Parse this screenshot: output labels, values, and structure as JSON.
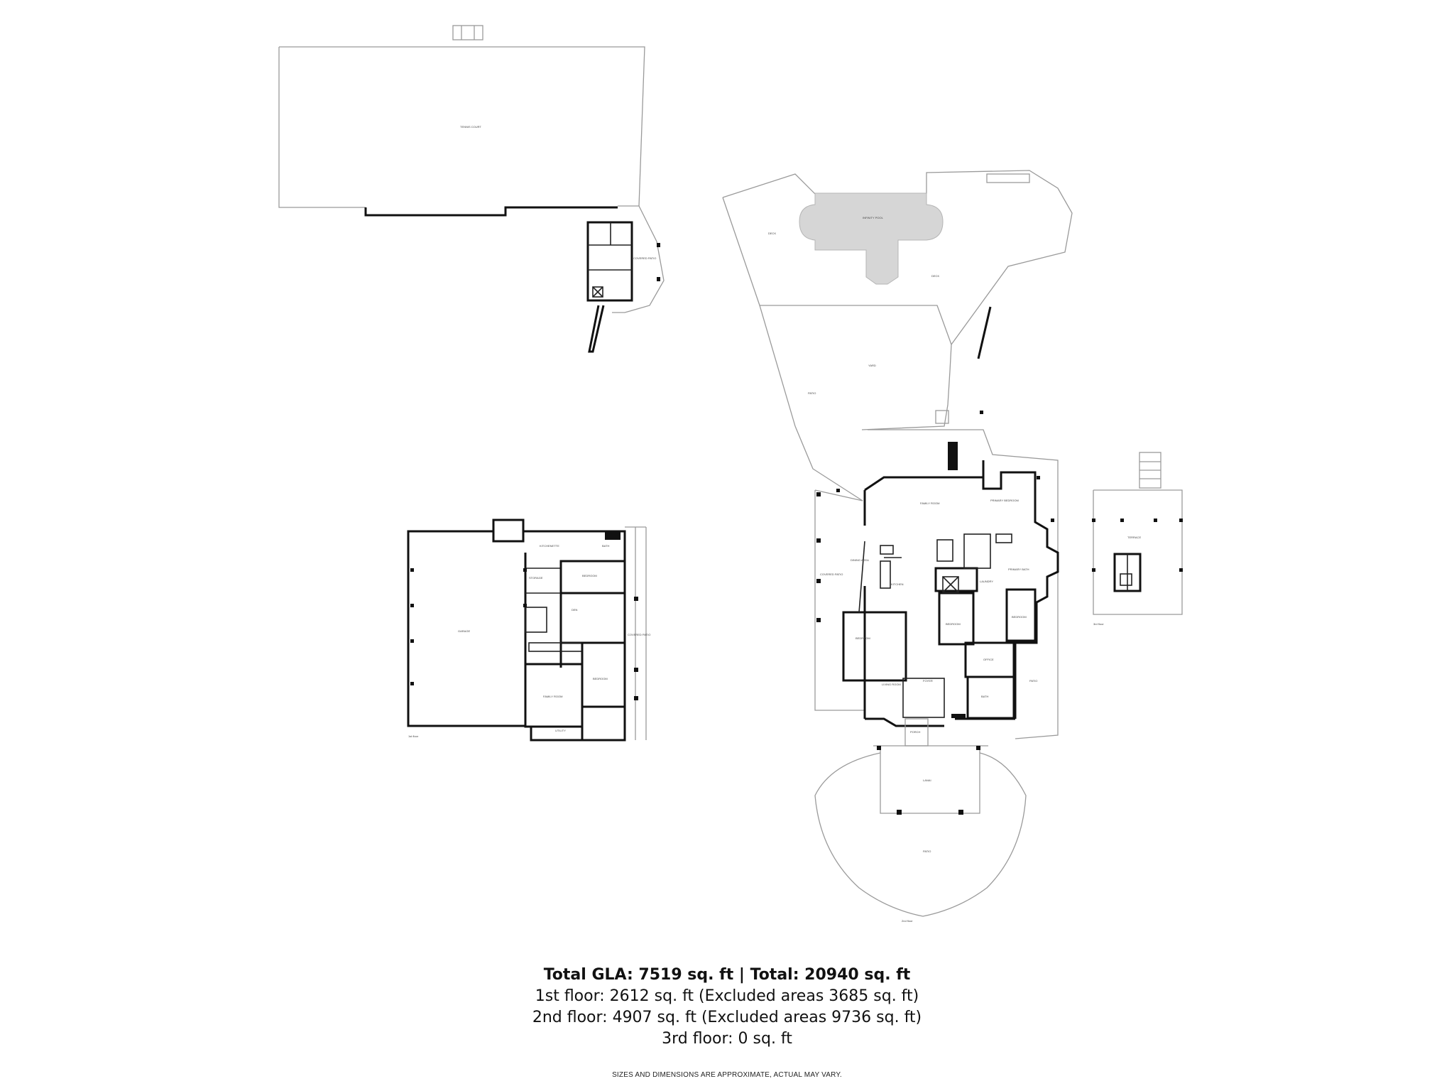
{
  "summary": {
    "total_line": "Total GLA: 7519 sq. ft | Total: 20940 sq. ft",
    "floor_lines": [
      "1st floor: 2612 sq. ft (Excluded areas 3685 sq. ft)",
      "2nd floor: 4907 sq. ft (Excluded areas 9736 sq. ft)",
      "3rd floor: 0 sq. ft"
    ]
  },
  "disclaimer": "SIZES AND DIMENSIONS ARE APPROXIMATE, ACTUAL MAY VARY.",
  "room_labels": {
    "top_left_lot": "TENNIS COURT",
    "covered_patio_top": "COVERED PATIO",
    "infinity_pool": "INFINITY POOL",
    "deck_left": "DECK",
    "deck_right": "DECK",
    "yard": "YARD",
    "patio_side": "PATIO",
    "covered_patio_main": "COVERED PATIO",
    "family_room": "FAMILY ROOM",
    "primary_bedroom": "PRIMARY BEDROOM",
    "primary_bath": "PRIMARY BATH",
    "dining_area": "DINING AREA",
    "kitchen": "KITCHEN",
    "bedroom_a": "BEDROOM",
    "bedroom_b": "BEDROOM",
    "bedroom_c": "BEDROOM",
    "living_room": "LIVING ROOM",
    "foyer": "FOYER",
    "office": "OFFICE",
    "bath_main": "BATH",
    "laundry": "LAUNDRY",
    "porch": "PORCH",
    "lanai": "LANAI",
    "patio_front": "PATIO",
    "terrace": "TERRACE",
    "garage": "GARAGE",
    "kitchenette": "KITCHENETTE",
    "storage": "STORAGE",
    "bedroom_lower": "BEDROOM",
    "den": "DEN",
    "family_lower": "FAMILY ROOM",
    "bedroom_lower2": "BEDROOM",
    "bath_lower": "BATH",
    "covered_patio_lower": "COVERED PATIO",
    "utility": "UTILITY",
    "floor_left_caption": "1st floor",
    "floor_mid_caption": "2nd floor",
    "floor_right_caption": "3rd floor"
  }
}
